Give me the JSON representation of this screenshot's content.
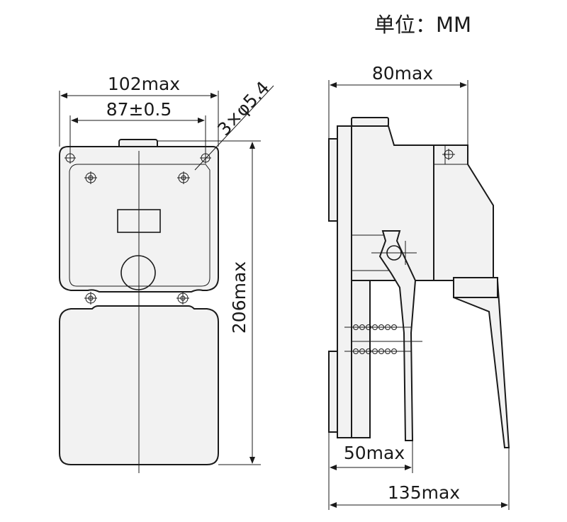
{
  "unit_label": "单位：MM",
  "front_view": {
    "width_max": "102max",
    "hole_spacing": "87±0.5",
    "holes": "3×φ5.4",
    "height_max": "206max"
  },
  "side_view": {
    "depth_max": "80max",
    "base_width_max": "50max",
    "total_length_max": "135max"
  },
  "colors": {
    "line": "#1a1a1a",
    "body_fill": "#f2f2f2",
    "background": "#ffffff"
  }
}
